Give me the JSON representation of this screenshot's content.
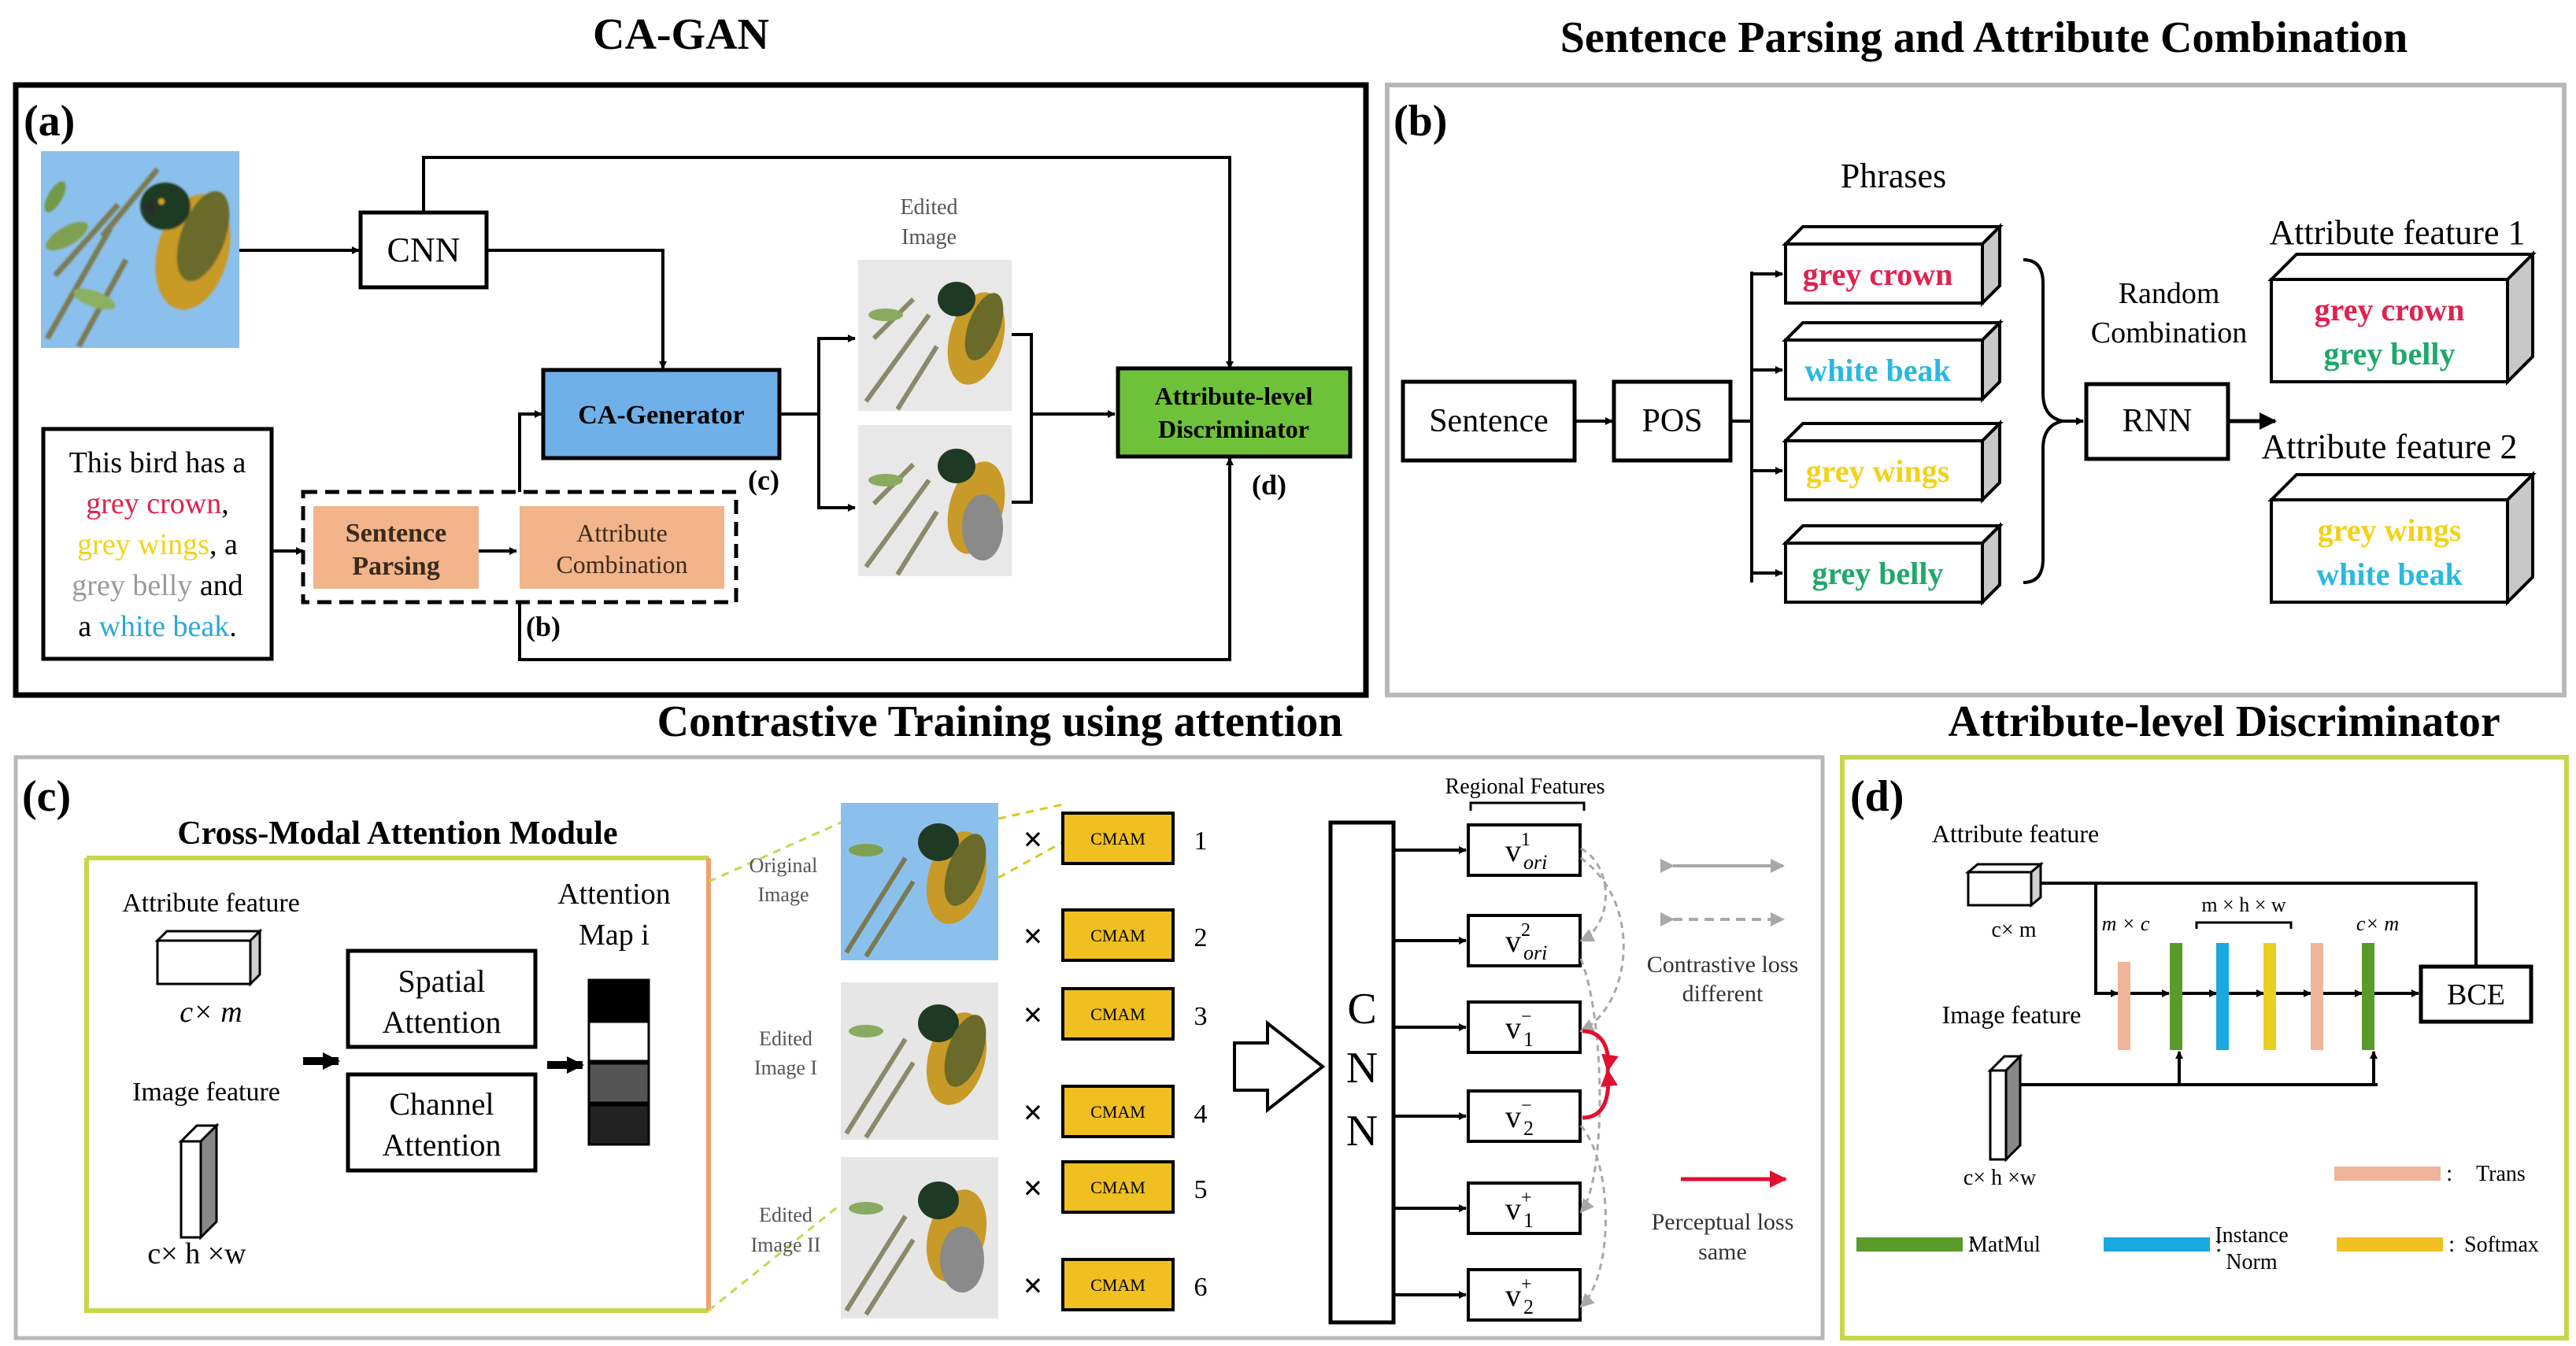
{
  "titles": {
    "ca_gan": "CA-GAN",
    "sentence_parsing": "Sentence Parsing and Attribute Combination",
    "contrastive": "Contrastive Training using attention",
    "attr_disc": "Attribute-level Discriminator"
  },
  "panel_a": {
    "label": "(a)",
    "cnn": "CNN",
    "edited_image": [
      "Edited",
      "Image"
    ],
    "ca_generator": "CA-Generator",
    "discriminator": [
      "Attribute-level",
      "Discriminator"
    ],
    "marker_c": "(c)",
    "marker_d": "(d)",
    "marker_b": "(b)",
    "sentence_parsing": [
      "Sentence",
      "Parsing"
    ],
    "attribute_combination": [
      "Attribute",
      "Combination"
    ],
    "text_lines": [
      [
        {
          "t": "This bird has a",
          "c": "#000000"
        }
      ],
      [
        {
          "t": "grey crown",
          "c": "#e0224f"
        },
        {
          "t": ",",
          "c": "#000000"
        }
      ],
      [
        {
          "t": "grey wings",
          "c": "#f2d21a"
        },
        {
          "t": ", a",
          "c": "#000000"
        }
      ],
      [
        {
          "t": "grey belly",
          "c": "#9a9a9a"
        },
        {
          "t": " and",
          "c": "#000000"
        }
      ],
      [
        {
          "t": "a ",
          "c": "#000000"
        },
        {
          "t": "white beak",
          "c": "#2aa8d8"
        },
        {
          "t": ".",
          "c": "#000000"
        }
      ]
    ]
  },
  "panel_b": {
    "label": "(b)",
    "sentence": "Sentence",
    "pos": "POS",
    "phrases_title": "Phrases",
    "phrases": [
      {
        "text": "grey crown",
        "color": "#e0224f"
      },
      {
        "text": "white beak",
        "color": "#2ab8e0"
      },
      {
        "text": "grey wings",
        "color": "#f2d21a"
      },
      {
        "text": "grey belly",
        "color": "#20a86a"
      }
    ],
    "random_combination": [
      "Random",
      "Combination"
    ],
    "rnn": "RNN",
    "attr_feature_1": "Attribute feature 1",
    "attr_feature_2": "Attribute feature 2",
    "feature1": [
      {
        "text": "grey crown",
        "color": "#e0224f"
      },
      {
        "text": "grey belly",
        "color": "#20a86a"
      }
    ],
    "feature2": [
      {
        "text": "grey wings",
        "color": "#f2d21a"
      },
      {
        "text": "white beak",
        "color": "#2ab8e0"
      }
    ]
  },
  "panel_c": {
    "label": "(c)",
    "cmam_title": "Cross-Modal Attention Module",
    "attribute_feature": "Attribute feature",
    "attr_dim": "c× m",
    "image_feature": "Image feature",
    "img_dim": "c× h ×w",
    "spatial_attention": [
      "Spatial",
      "Attention"
    ],
    "channel_attention": [
      "Channel",
      "Attention"
    ],
    "attention_map": [
      "Attention",
      "Map i"
    ],
    "original_image": [
      "Original",
      "Image"
    ],
    "edited_image_1": [
      "Edited",
      "Image I"
    ],
    "edited_image_2": [
      "Edited",
      "Image II"
    ],
    "cmam": "CMAM",
    "times": "×",
    "cmam_numbers": [
      "1",
      "2",
      "3",
      "4",
      "5",
      "6"
    ],
    "cnn_letters": [
      "C",
      "N",
      "N"
    ],
    "regional_features": "Regional Features",
    "features": [
      {
        "base": "v",
        "sup": "1",
        "sub": "ori"
      },
      {
        "base": "v",
        "sup": "2",
        "sub": "ori"
      },
      {
        "base": "v",
        "sup": "−",
        "sub": "1"
      },
      {
        "base": "v",
        "sup": "−",
        "sub": "2"
      },
      {
        "base": "v",
        "sup": "+",
        "sub": "1"
      },
      {
        "base": "v",
        "sup": "+",
        "sub": "2"
      }
    ],
    "contrastive_loss": [
      "Contrastive loss",
      "different"
    ],
    "perceptual_loss": [
      "Perceptual loss",
      "same"
    ]
  },
  "panel_d": {
    "label": "(d)",
    "attribute_feature": "Attribute feature",
    "attr_dim": "c× m",
    "image_feature": "Image feature",
    "img_dim": "c× h ×w",
    "dim_mc": "m × c",
    "dim_mhw": "m × h × w",
    "dim_cm": "c× m",
    "bce": "BCE",
    "legend": [
      {
        "label": "Trans",
        "color": "#f0b49a"
      },
      {
        "label": "MatMul",
        "color": "#5a9a2a"
      },
      {
        "label": "Instance Norm",
        "color": "#1aa8e0"
      },
      {
        "label": "Softmax",
        "color": "#f0c020"
      }
    ]
  },
  "colors": {
    "ca_generator": "#6fb0e8",
    "discriminator": "#6ec23a",
    "parsing": "#f2b48a",
    "cmam": "#f0c020",
    "panel_border_grey": "#b8b8b8",
    "panel_border_green": "#c8d64a",
    "cmam_frame": "#f0a070",
    "red_arrow": "#e01030"
  }
}
